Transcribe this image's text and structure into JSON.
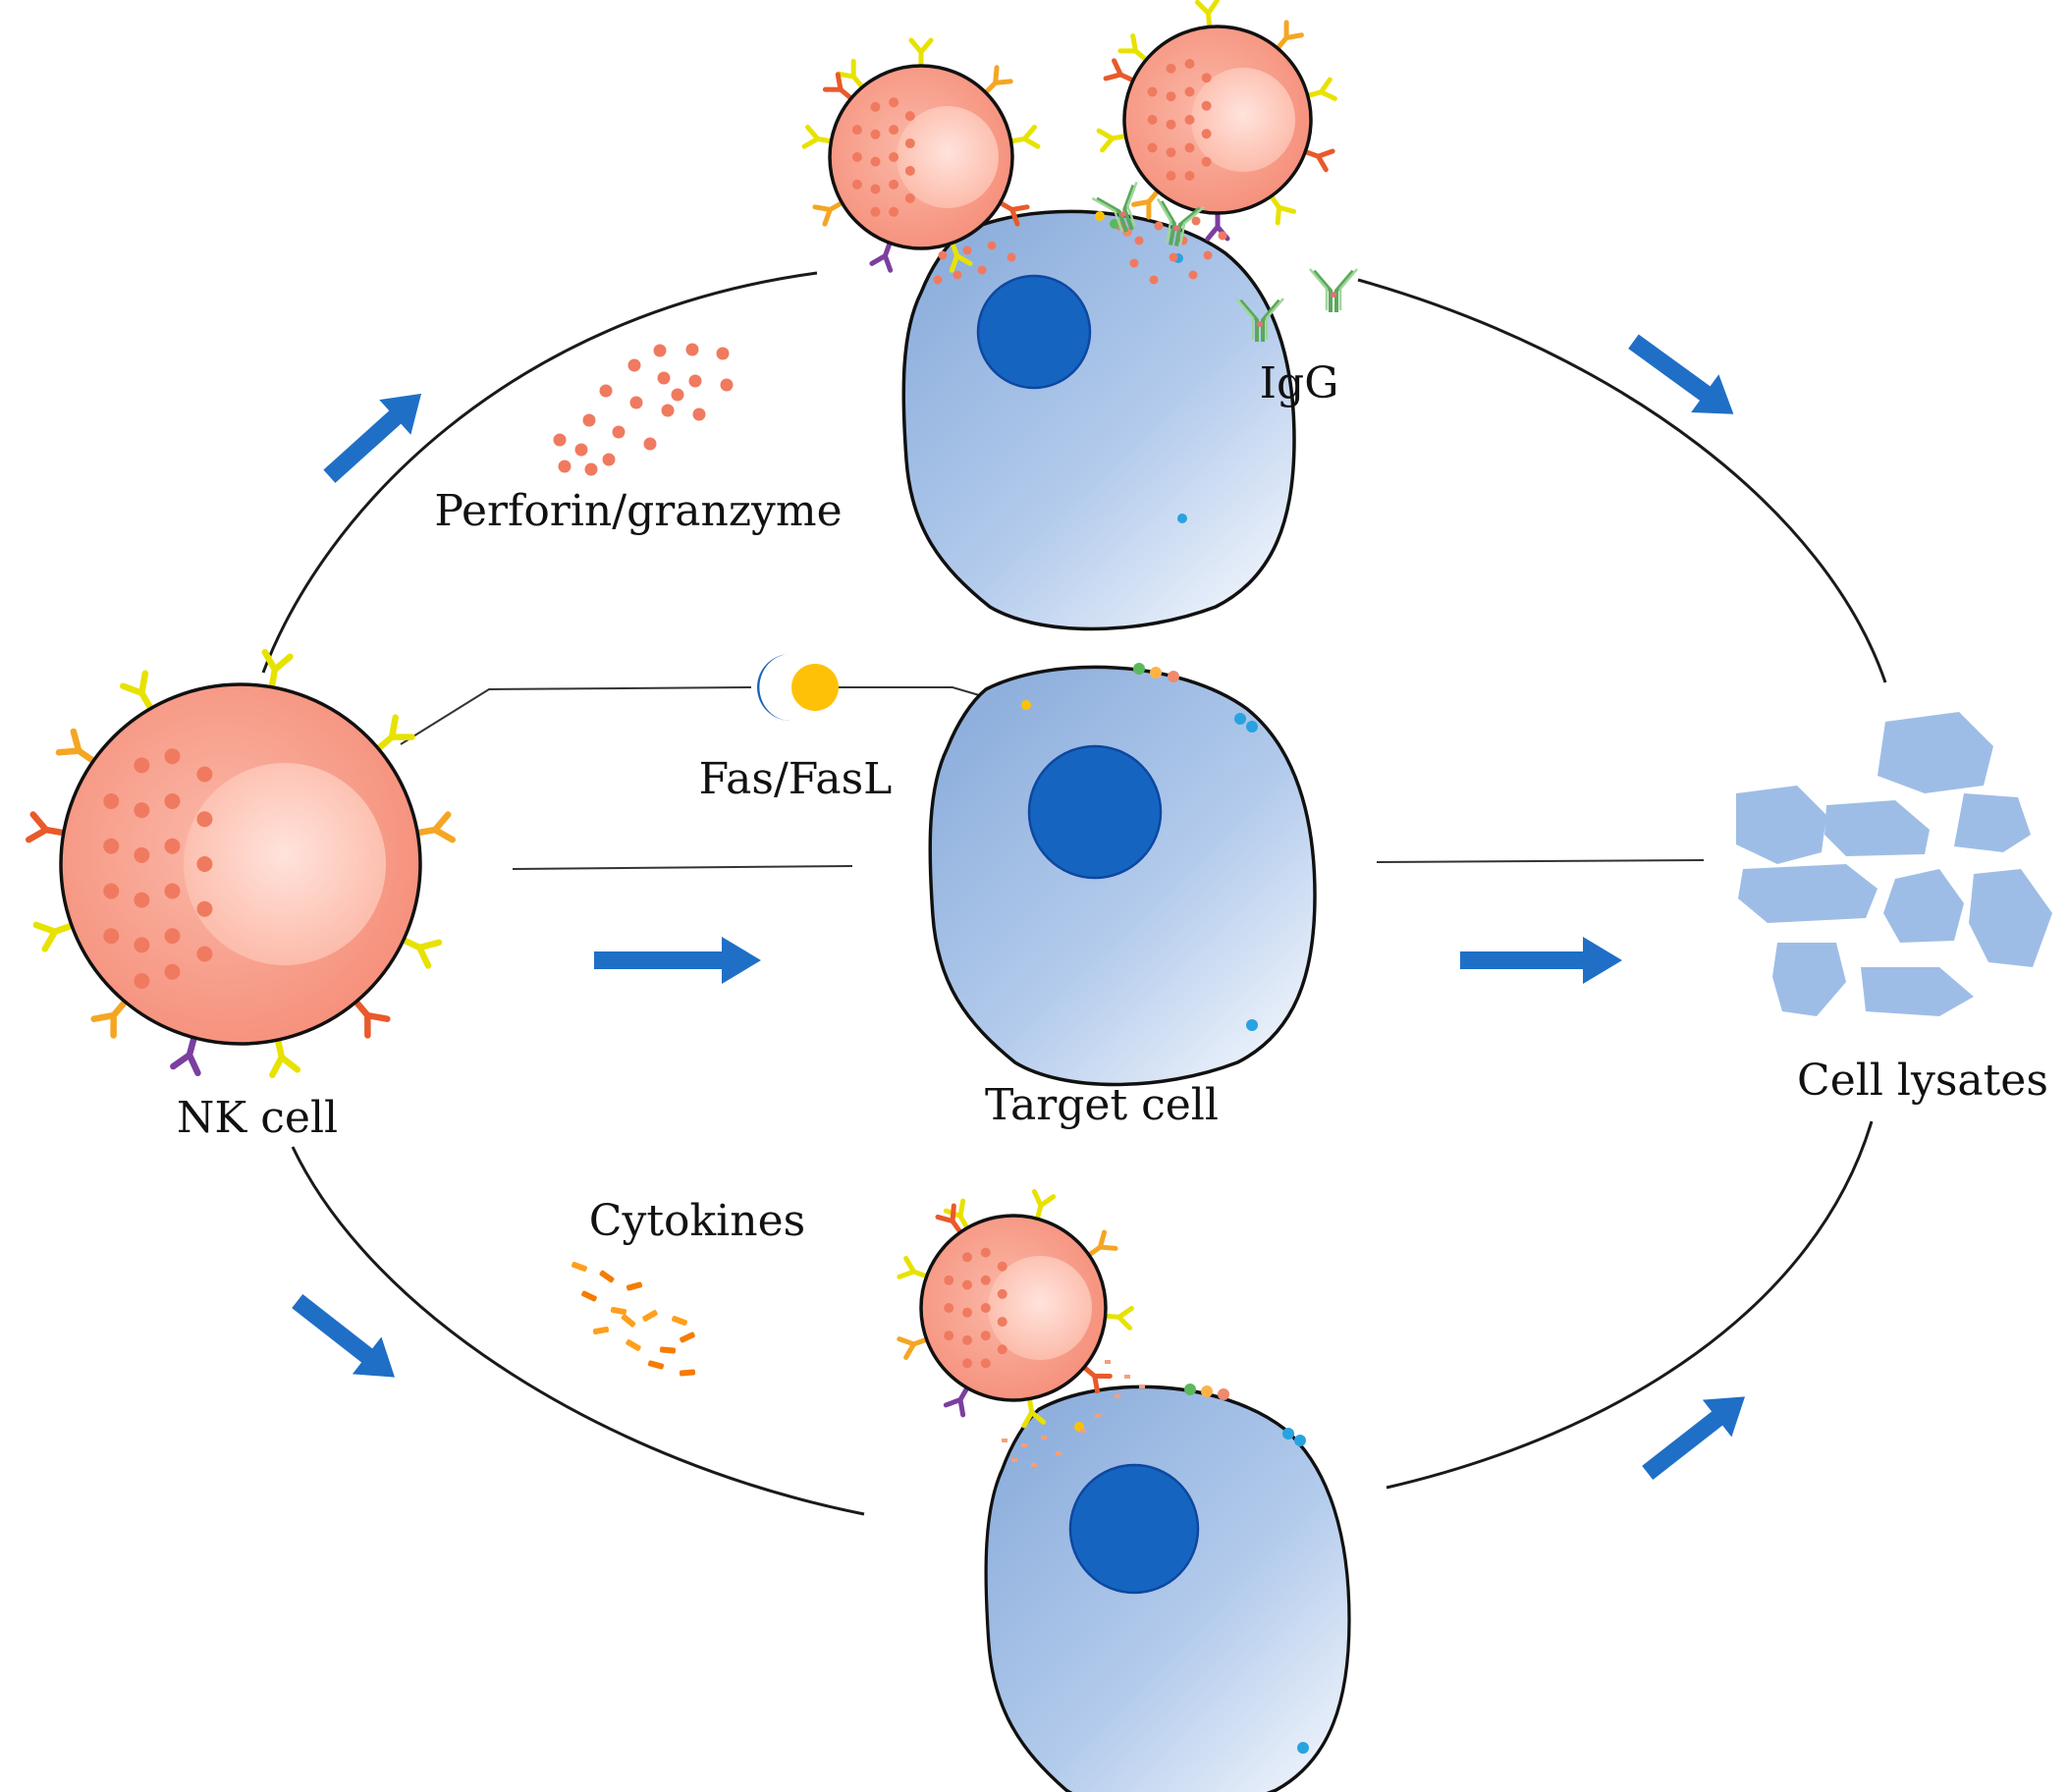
{
  "labels": {
    "nk_cell": "NK cell",
    "target_cell": "Target cell",
    "cell_lysates": "Cell lysates",
    "perforin": "Perforin/granzyme",
    "fas": "Fas/FasL",
    "igg": "IgG",
    "cytokines": "Cytokines"
  },
  "colors": {
    "arrow": "#1f6fc7",
    "nk_cell_fill": "#f7a191",
    "nk_nucleus": "#ffd6cc",
    "granule": "#f07a5f",
    "target_cell_light": "#e4ecf8",
    "target_cell_dark": "#8fb0dd",
    "target_nucleus": "#1565c0",
    "lysate_fragment": "#9ebde6",
    "antibody": "#6cbf6a",
    "fas": "#1565c0",
    "fasl": "#ffc107"
  }
}
